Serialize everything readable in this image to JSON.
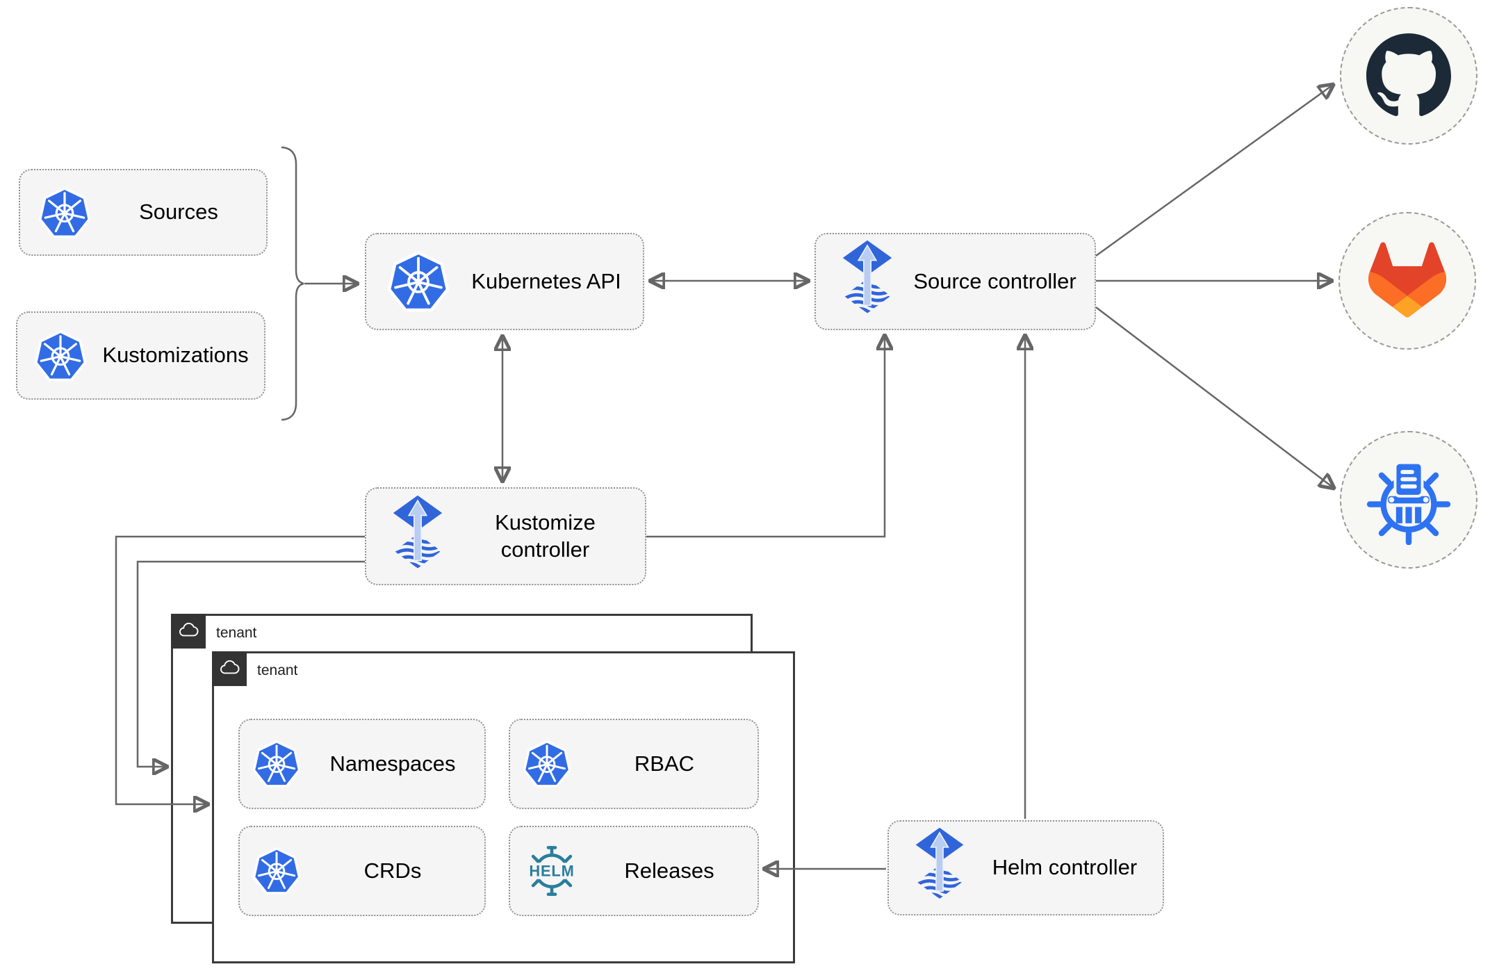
{
  "boxes": {
    "sources": {
      "label": "Sources",
      "icon": "kubernetes-icon"
    },
    "kustomizations": {
      "label": "Kustomizations",
      "icon": "kubernetes-icon"
    },
    "kubernetes_api": {
      "label": "Kubernetes API",
      "icon": "kubernetes-icon"
    },
    "source_controller": {
      "label": "Source controller",
      "icon": "flux-icon"
    },
    "kustomize_controller": {
      "label": "Kustomize controller",
      "icon": "flux-icon"
    },
    "helm_controller": {
      "label": "Helm controller",
      "icon": "flux-icon"
    },
    "namespaces": {
      "label": "Namespaces",
      "icon": "kubernetes-icon"
    },
    "rbac": {
      "label": "RBAC",
      "icon": "kubernetes-icon"
    },
    "crds": {
      "label": "CRDs",
      "icon": "kubernetes-icon"
    },
    "releases": {
      "label": "Releases",
      "icon": "helm-logo-icon"
    }
  },
  "tenants": {
    "back": {
      "label": "tenant",
      "icon": "cloud-icon"
    },
    "front": {
      "label": "tenant",
      "icon": "cloud-icon"
    }
  },
  "endpoints": {
    "github": {
      "icon": "github-icon"
    },
    "gitlab": {
      "icon": "gitlab-icon"
    },
    "chart_repository": {
      "icon": "chartmuseum-icon"
    }
  },
  "helm_logo_text": "HELM",
  "colors": {
    "kubernetes_blue": "#326ce5",
    "flux_blue": "#3065da",
    "flux_arrow_light": "#b9ccf2",
    "helm_teal": "#2a7e9c",
    "github_dark": "#1b2a36",
    "gitlab_red": "#e24329",
    "gitlab_orange": "#fc6d26",
    "gitlab_yellow": "#fca326",
    "chartmuseum_blue": "#2d72f2",
    "connector_gray": "#666666",
    "node_fill": "#f5f5f5",
    "node_border": "#909090",
    "tenant_border": "#3b3b3b",
    "tenant_badge_bg": "#333333"
  }
}
